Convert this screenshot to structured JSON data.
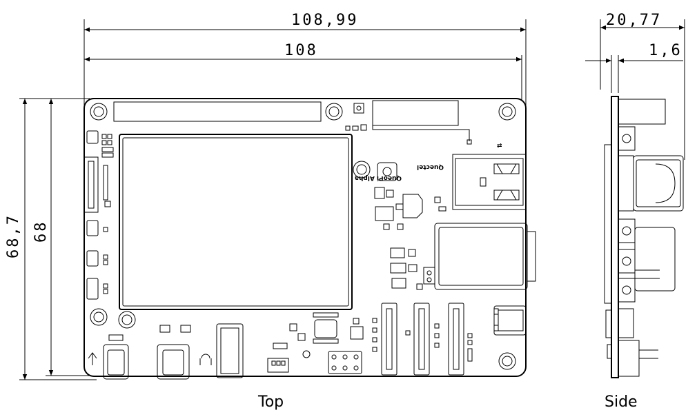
{
  "dimensions": {
    "top_total_width": "108,99",
    "top_board_width": "108",
    "top_total_height": "68,7",
    "top_board_height": "68",
    "side_total_thickness": "20,77",
    "side_pcb_thickness": "1,6"
  },
  "silkscreen": {
    "product_name": "QueoPi Alpha",
    "brand": "Quectel"
  },
  "captions": {
    "top": "Top",
    "side": "Side"
  }
}
